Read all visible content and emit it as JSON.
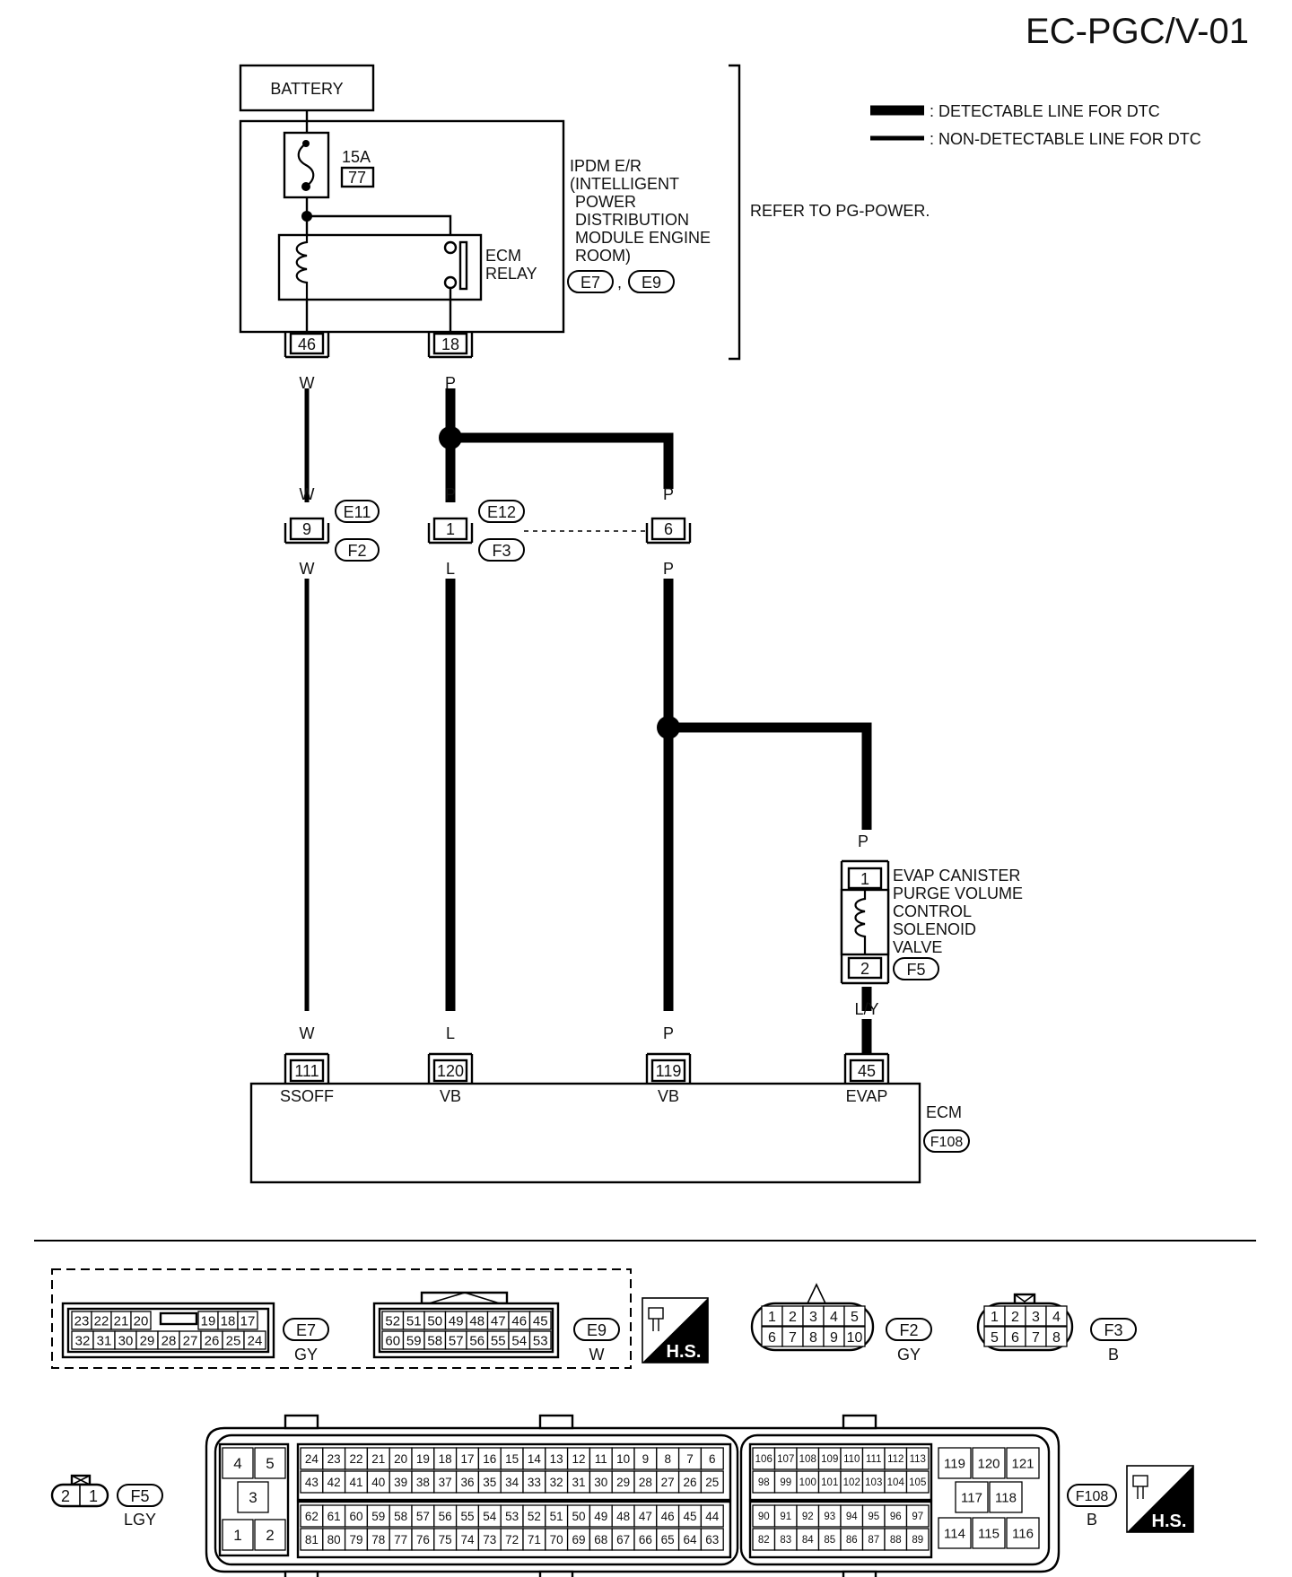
{
  "page_code": "EC-PGC/V-01",
  "legend": {
    "detectable": ": DETECTABLE LINE FOR DTC",
    "non_detectable": ": NON-DETECTABLE LINE FOR DTC"
  },
  "battery": "BATTERY",
  "fuse": {
    "rating": "15A",
    "number": "77"
  },
  "ipdm": {
    "lines": [
      "IPDM E/R",
      "(INTELLIGENT",
      "POWER",
      "DISTRIBUTION",
      "MODULE ENGINE",
      "ROOM)"
    ],
    "connectors": [
      "E7",
      "E9"
    ],
    "separator": ","
  },
  "relay": {
    "lines": [
      "ECM",
      "RELAY"
    ]
  },
  "refer_note": "REFER TO PG-POWER.",
  "ipdm_pins": {
    "a": "46",
    "b": "18"
  },
  "wire_colors": {
    "w_top": "W",
    "p_top": "P",
    "w_mid_a": "W",
    "w_mid_b": "W",
    "p_mid_a": "P",
    "l_mid": "L",
    "p_right_a": "P",
    "p_right_b": "P",
    "p_valve": "P",
    "ly_valve": "L/Y",
    "w_ecm": "W",
    "l_ecm": "L",
    "p_ecm": "P"
  },
  "junction_pins": {
    "w": "9",
    "p": "1",
    "right": "6"
  },
  "junction_connectors": {
    "e11": "E11",
    "f2": "F2",
    "e12": "E12",
    "f3": "F3"
  },
  "valve": {
    "lines": [
      "EVAP CANISTER",
      "PURGE VOLUME",
      "CONTROL",
      "SOLENOID",
      "VALVE"
    ],
    "pin1": "1",
    "pin2": "2",
    "connector": "F5"
  },
  "ecm": {
    "label": "ECM",
    "connector": "F108",
    "pins": [
      {
        "num": "111",
        "name": "SSOFF"
      },
      {
        "num": "120",
        "name": "VB"
      },
      {
        "num": "119",
        "name": "VB"
      },
      {
        "num": "45",
        "name": "EVAP"
      }
    ]
  },
  "connector_views": {
    "e7": {
      "id": "E7",
      "color": "GY",
      "top": [
        "23",
        "22",
        "21",
        "20",
        "19",
        "18",
        "17"
      ],
      "bottom": [
        "32",
        "31",
        "30",
        "29",
        "28",
        "27",
        "26",
        "25",
        "24"
      ]
    },
    "e9": {
      "id": "E9",
      "color": "W",
      "top": [
        "52",
        "51",
        "50",
        "49",
        "48",
        "47",
        "46",
        "45"
      ],
      "bottom": [
        "60",
        "59",
        "58",
        "57",
        "56",
        "55",
        "54",
        "53"
      ]
    },
    "hs_label": "H.S.",
    "f2": {
      "id": "F2",
      "color": "GY",
      "top": [
        "1",
        "2",
        "3",
        "4",
        "5"
      ],
      "bottom": [
        "6",
        "7",
        "8",
        "9",
        "10"
      ]
    },
    "f3": {
      "id": "F3",
      "color": "B",
      "top": [
        "1",
        "2",
        "3",
        "4"
      ],
      "bottom": [
        "5",
        "6",
        "7",
        "8"
      ]
    },
    "f5": {
      "id": "F5",
      "color": "LGY",
      "pins": [
        "2",
        "1"
      ]
    },
    "f108": {
      "id": "F108",
      "color": "B",
      "left_block": [
        "4",
        "5",
        "3",
        "1",
        "2"
      ],
      "mid_rows": [
        [
          "24",
          "23",
          "22",
          "21",
          "20",
          "19",
          "18",
          "17",
          "16",
          "15",
          "14",
          "13",
          "12",
          "11",
          "10",
          "9",
          "8",
          "7",
          "6"
        ],
        [
          "43",
          "42",
          "41",
          "40",
          "39",
          "38",
          "37",
          "36",
          "35",
          "34",
          "33",
          "32",
          "31",
          "30",
          "29",
          "28",
          "27",
          "26",
          "25"
        ],
        [
          "62",
          "61",
          "60",
          "59",
          "58",
          "57",
          "56",
          "55",
          "54",
          "53",
          "52",
          "51",
          "50",
          "49",
          "48",
          "47",
          "46",
          "45",
          "44"
        ],
        [
          "81",
          "80",
          "79",
          "78",
          "77",
          "76",
          "75",
          "74",
          "73",
          "72",
          "71",
          "70",
          "69",
          "68",
          "67",
          "66",
          "65",
          "64",
          "63"
        ]
      ],
      "right_rows": [
        [
          "106",
          "107",
          "108",
          "109",
          "110",
          "111",
          "112",
          "113"
        ],
        [
          "98",
          "99",
          "100",
          "101",
          "102",
          "103",
          "104",
          "105"
        ],
        [
          "90",
          "91",
          "92",
          "93",
          "94",
          "95",
          "96",
          "97"
        ],
        [
          "82",
          "83",
          "84",
          "85",
          "86",
          "87",
          "88",
          "89"
        ]
      ],
      "far_right": [
        "119",
        "120",
        "121",
        "117",
        "118",
        "114",
        "115",
        "116"
      ]
    }
  }
}
